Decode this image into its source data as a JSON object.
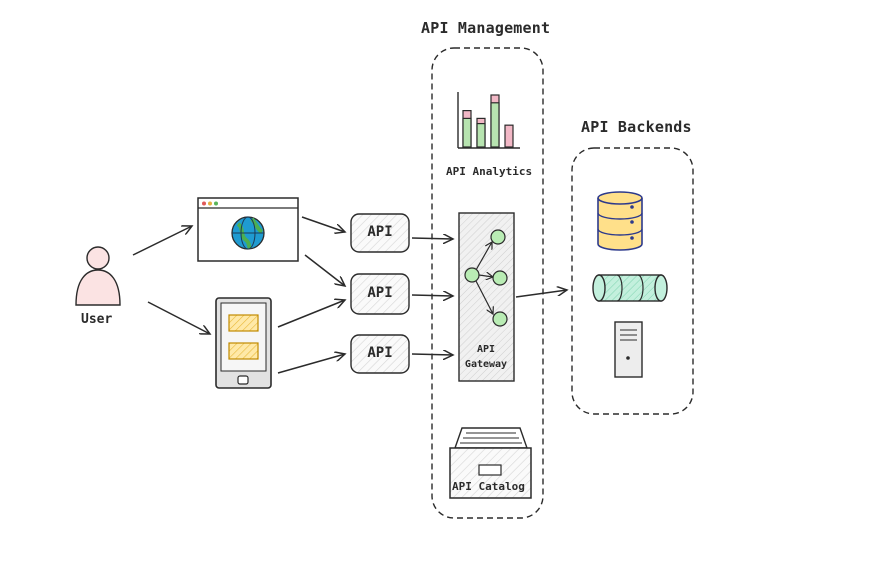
{
  "groups": {
    "management_title": "API Management",
    "backends_title": "API Backends"
  },
  "user": {
    "label": "User"
  },
  "api_nodes": [
    {
      "label": "API"
    },
    {
      "label": "API"
    },
    {
      "label": "API"
    }
  ],
  "management": {
    "analytics_label": "API Analytics",
    "gateway_label_line1": "API",
    "gateway_label_line2": "Gateway",
    "catalog_label": "API Catalog"
  },
  "analytics_chart": {
    "bars": [
      {
        "green": 0.55,
        "pink": 0.7
      },
      {
        "green": 0.45,
        "pink": 0.55
      },
      {
        "green": 0.85,
        "pink": 1.0
      },
      {
        "green": 0.0,
        "pink": 0.42
      }
    ]
  },
  "colors": {
    "stroke": "#2b2b2b",
    "green": "#b7e4b0",
    "pink": "#f2b8c6",
    "globe_blue": "#1f9bd1",
    "globe_green": "#4caf50",
    "yellow": "#ffd966",
    "db_yellow": "#ffe08a",
    "db_stroke": "#2d3a8c",
    "pipe_green": "#b8ebd6",
    "user_fill": "#fbe3e3",
    "gateway_fill": "#efefef",
    "gateway_node": "#b9ecb4"
  },
  "icons": {
    "user": "person-icon",
    "browser": "browser-window-icon",
    "globe": "globe-icon",
    "tablet": "tablet-icon",
    "analytics": "bar-chart-icon",
    "gateway": "gateway-icon",
    "catalog": "file-cabinet-icon",
    "database": "database-icon",
    "pipe": "pipe-icon",
    "server": "server-tower-icon"
  }
}
